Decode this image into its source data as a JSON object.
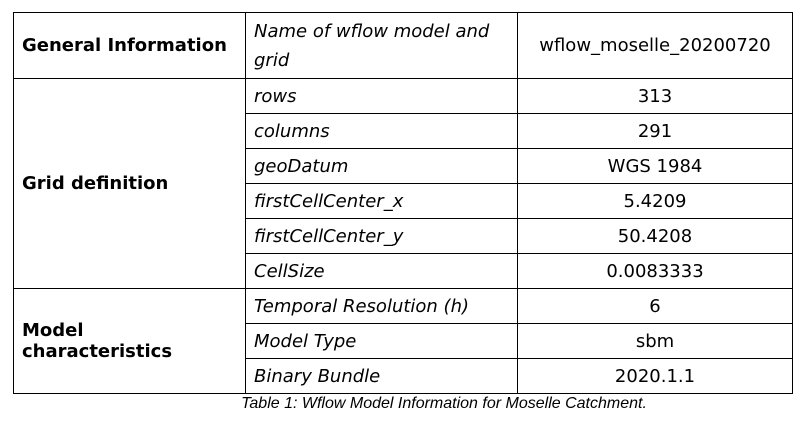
{
  "table": {
    "general": {
      "group": "General Information",
      "param": "Name of wflow model and grid",
      "value": "wflow_moselle_20200720"
    },
    "grid": {
      "group": "Grid definition",
      "rows": [
        {
          "param": "rows",
          "value": "313"
        },
        {
          "param": "columns",
          "value": "291"
        },
        {
          "param": "geoDatum",
          "value": "WGS 1984"
        },
        {
          "param": "firstCellCenter_x",
          "value": "5.4209"
        },
        {
          "param": "firstCellCenter_y",
          "value": "50.4208"
        },
        {
          "param": "CellSize",
          "value": "0.0083333"
        }
      ]
    },
    "model": {
      "group": "Model characteristics",
      "rows": [
        {
          "param": "Temporal Resolution (h)",
          "value": "6"
        },
        {
          "param": "Model Type",
          "value": "sbm"
        },
        {
          "param": "Binary Bundle",
          "value": "2020.1.1"
        }
      ]
    }
  },
  "caption": "Table 1: Wflow Model Information for Moselle Catchment."
}
